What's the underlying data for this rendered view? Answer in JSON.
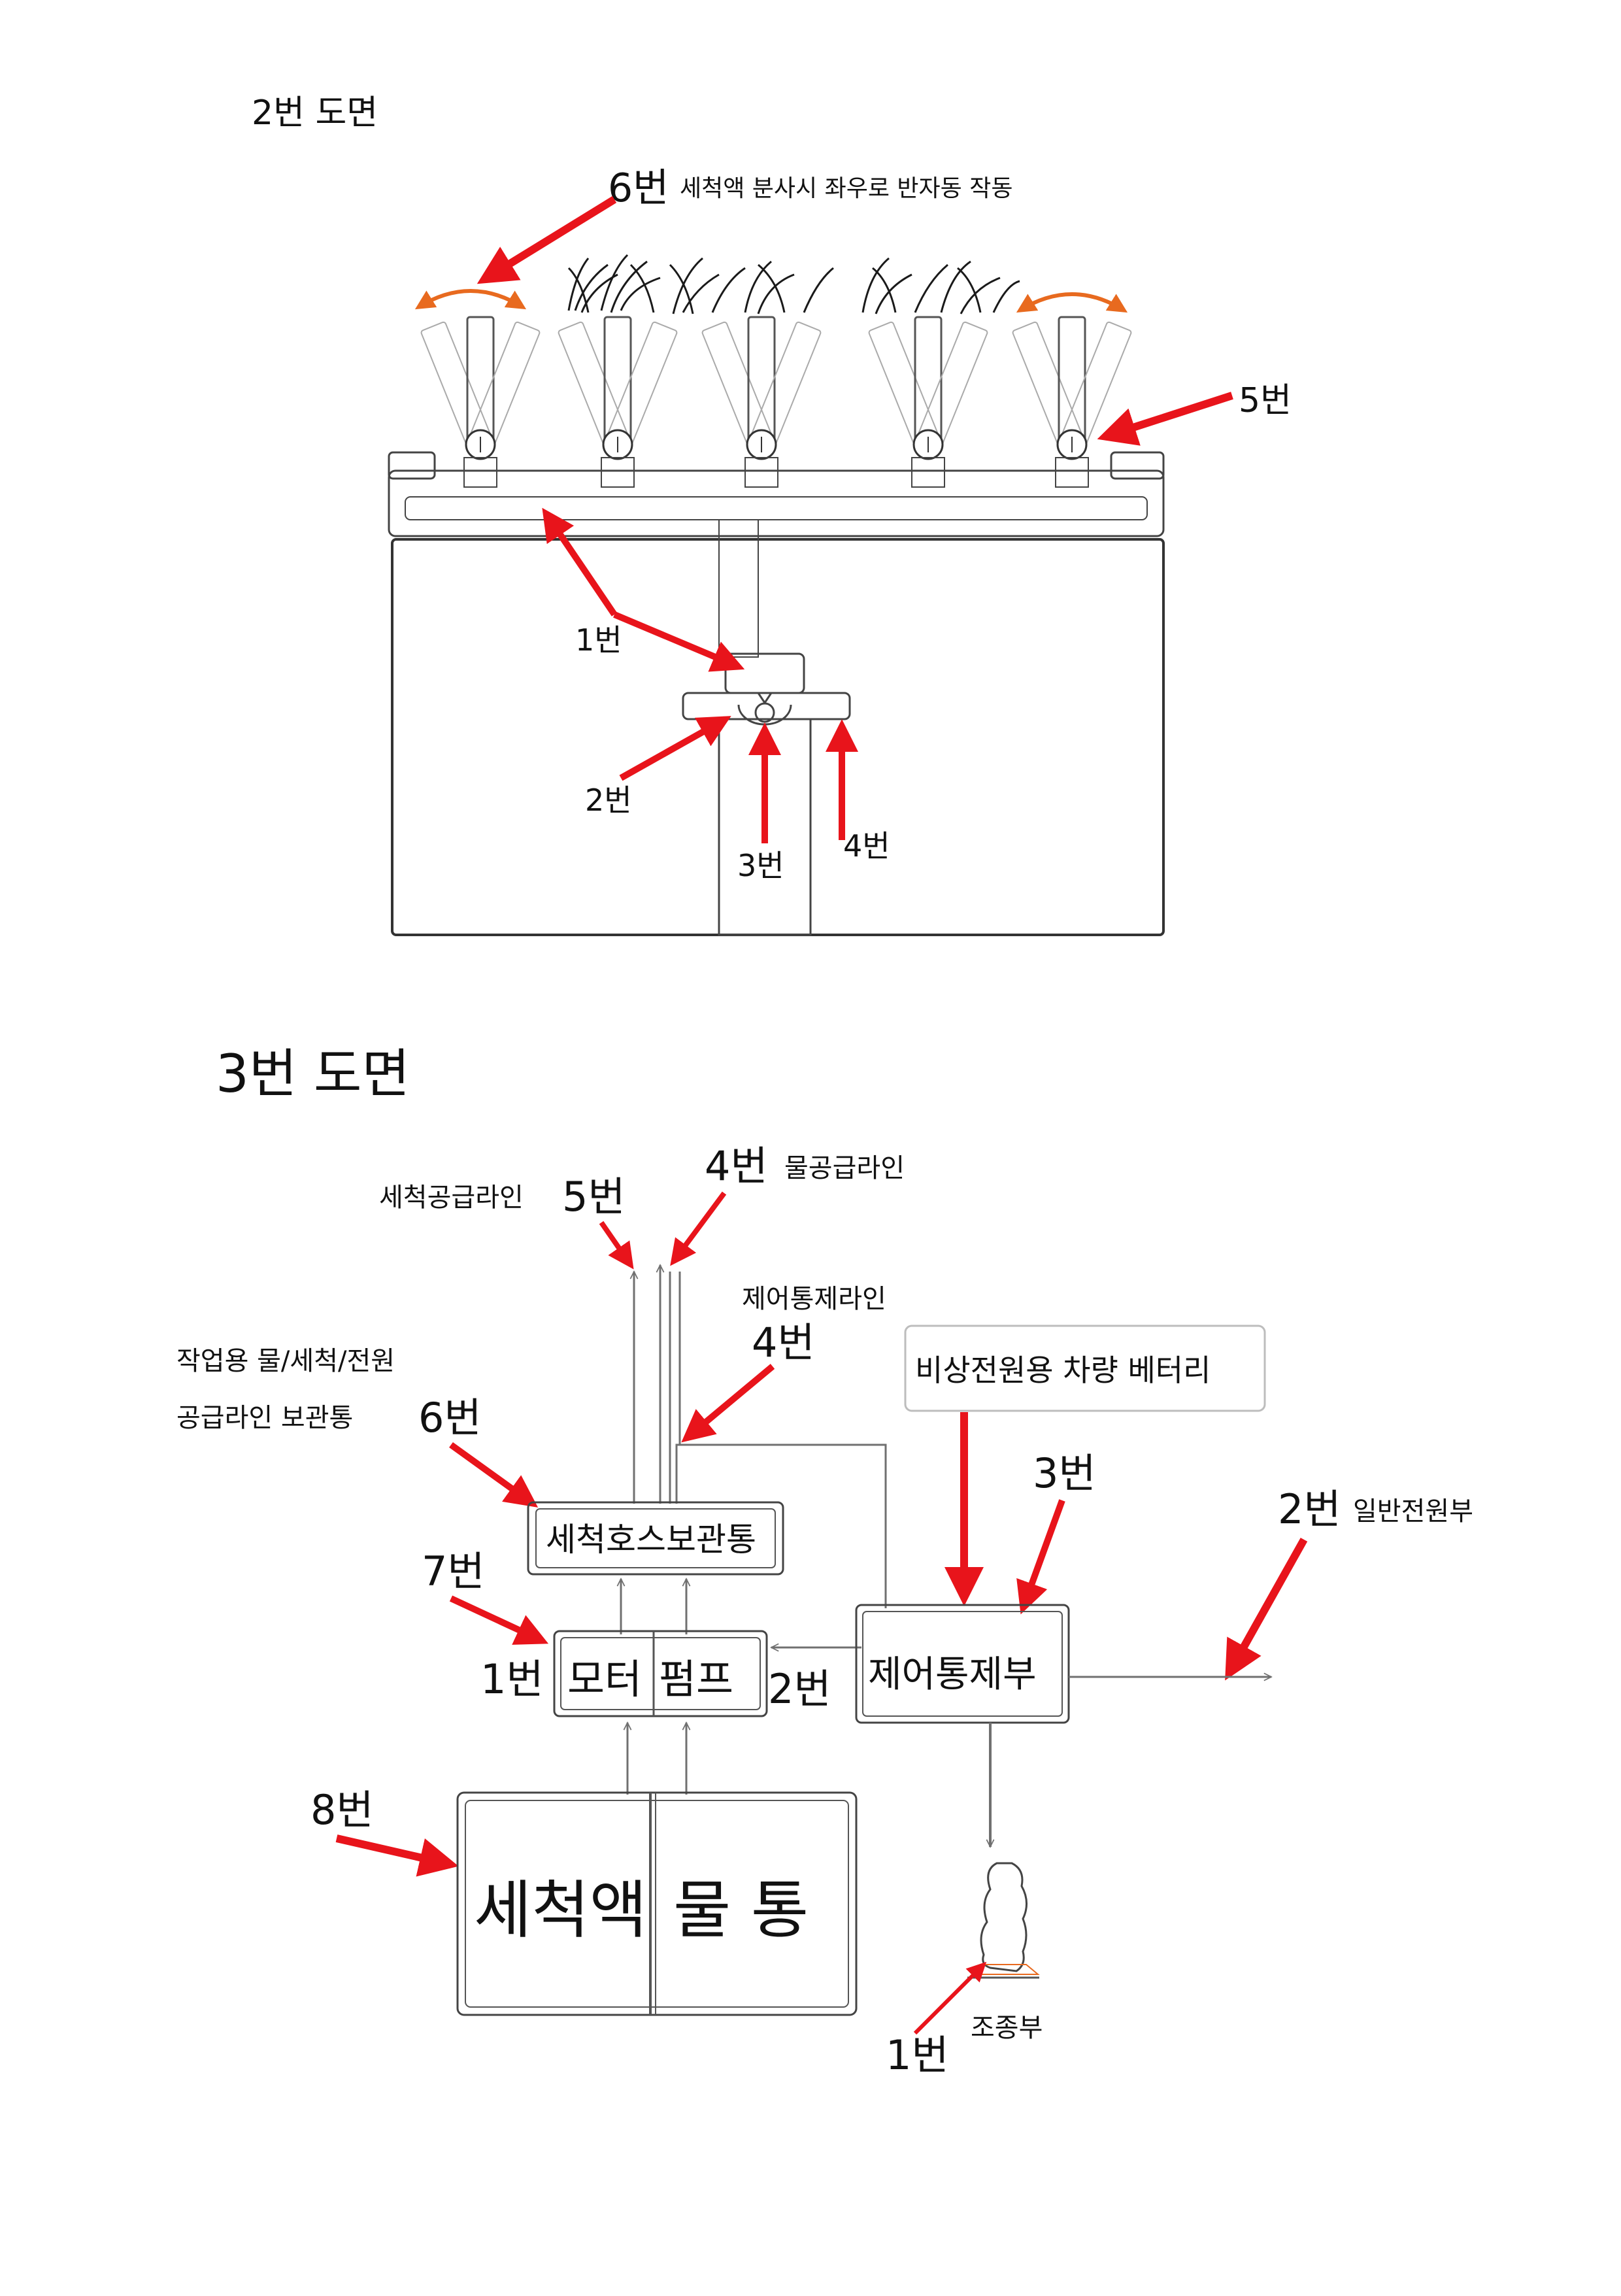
{
  "drawing2": {
    "title": "2번 도면",
    "label_6": {
      "num": "6번",
      "text": "세척액 분사시 좌우로 반자동 작동"
    },
    "label_5": "5번",
    "label_1": "1번",
    "label_2": "2번",
    "label_3": "3번",
    "label_4": "4번"
  },
  "drawing3": {
    "title": "3번 도면",
    "wash_line": {
      "text": "세척공급라인",
      "num": "5번"
    },
    "water_line": {
      "num": "4번",
      "text": "물공급라인"
    },
    "control_line": {
      "text": "제어통제라인",
      "num": "4번"
    },
    "work_storage": {
      "line1": "작업용 물/세척/전원",
      "line2": "공급라인 보관통",
      "num": "6번"
    },
    "battery_box": "비상전원용 차량 베터리",
    "num_3": "3번",
    "general_power": {
      "num": "2번",
      "text": "일반전원부"
    },
    "hose_box": "세척호스보관통",
    "num_7": "7번",
    "num_1_motor": "1번",
    "motor": "모터",
    "pump": "펌프",
    "num_2_control": "2번",
    "control_box": "제어통제부",
    "num_8": "8번",
    "wash_tank": "세척액",
    "water_tank": "물 통",
    "controller": {
      "num": "1번",
      "text": "조종부"
    }
  },
  "colors": {
    "arrow_red": "#e8141b",
    "swing_orange": "#e86a1f",
    "line_gray": "#707070"
  }
}
